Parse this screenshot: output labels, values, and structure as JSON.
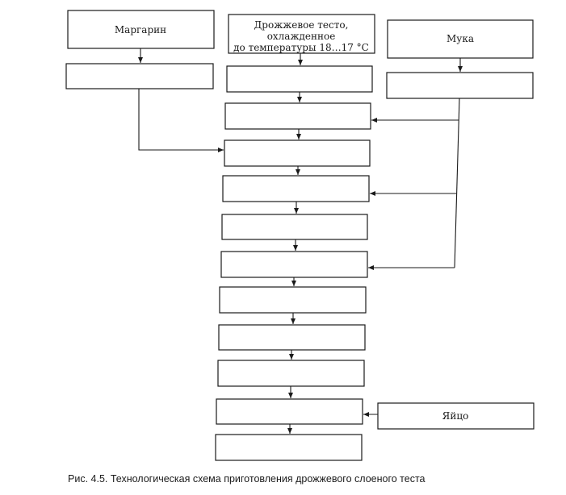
{
  "diagram": {
    "inputs": {
      "margarine": "Маргарин",
      "yeast_dough": [
        "Дрожжевое тесто,",
        "охлажденное",
        "до температуры 18…17 °С"
      ],
      "flour": "Мука",
      "egg": "Яйцо"
    },
    "step_labels": [
      "",
      "",
      "",
      "",
      "",
      "",
      "",
      "",
      "",
      "",
      "",
      "",
      ""
    ]
  },
  "caption": "Рис. 4.5. Технологическая схема приготовления дрожжевого слоеного теста"
}
